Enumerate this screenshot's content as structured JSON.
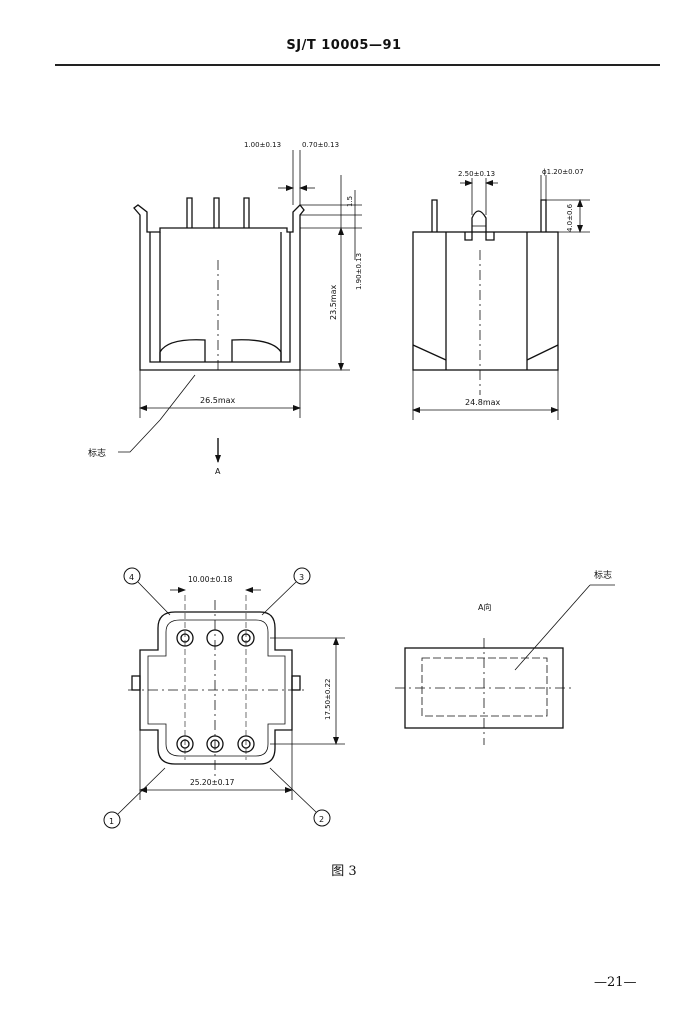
{
  "header": {
    "standard_code": "SJ/T 10005—91"
  },
  "front_view": {
    "dim_top_left": "1.00±0.13",
    "dim_top_right": "0.70±0.13",
    "dim_side_small": "1.5",
    "dim_side_mid": "1.90±0.13",
    "dim_height": "23.5max",
    "dim_width": "26.5max",
    "marking_label": "标志",
    "view_arrow_label": "A"
  },
  "side_view": {
    "dim_pin_pitch": "2.50±0.13",
    "dim_pin_dia": "ϕ1.20±0.07",
    "dim_pin_len": "4.0±0.6",
    "dim_width": "24.8max"
  },
  "bottom_view": {
    "dim_pitch": "10.00±0.18",
    "dim_height": "17.50±0.22",
    "dim_width": "25.20±0.17",
    "pin_labels": [
      "1",
      "2",
      "3",
      "4"
    ]
  },
  "a_view": {
    "title": "A向",
    "marking_label": "标志"
  },
  "caption": "图 3",
  "page_number": "—21—"
}
